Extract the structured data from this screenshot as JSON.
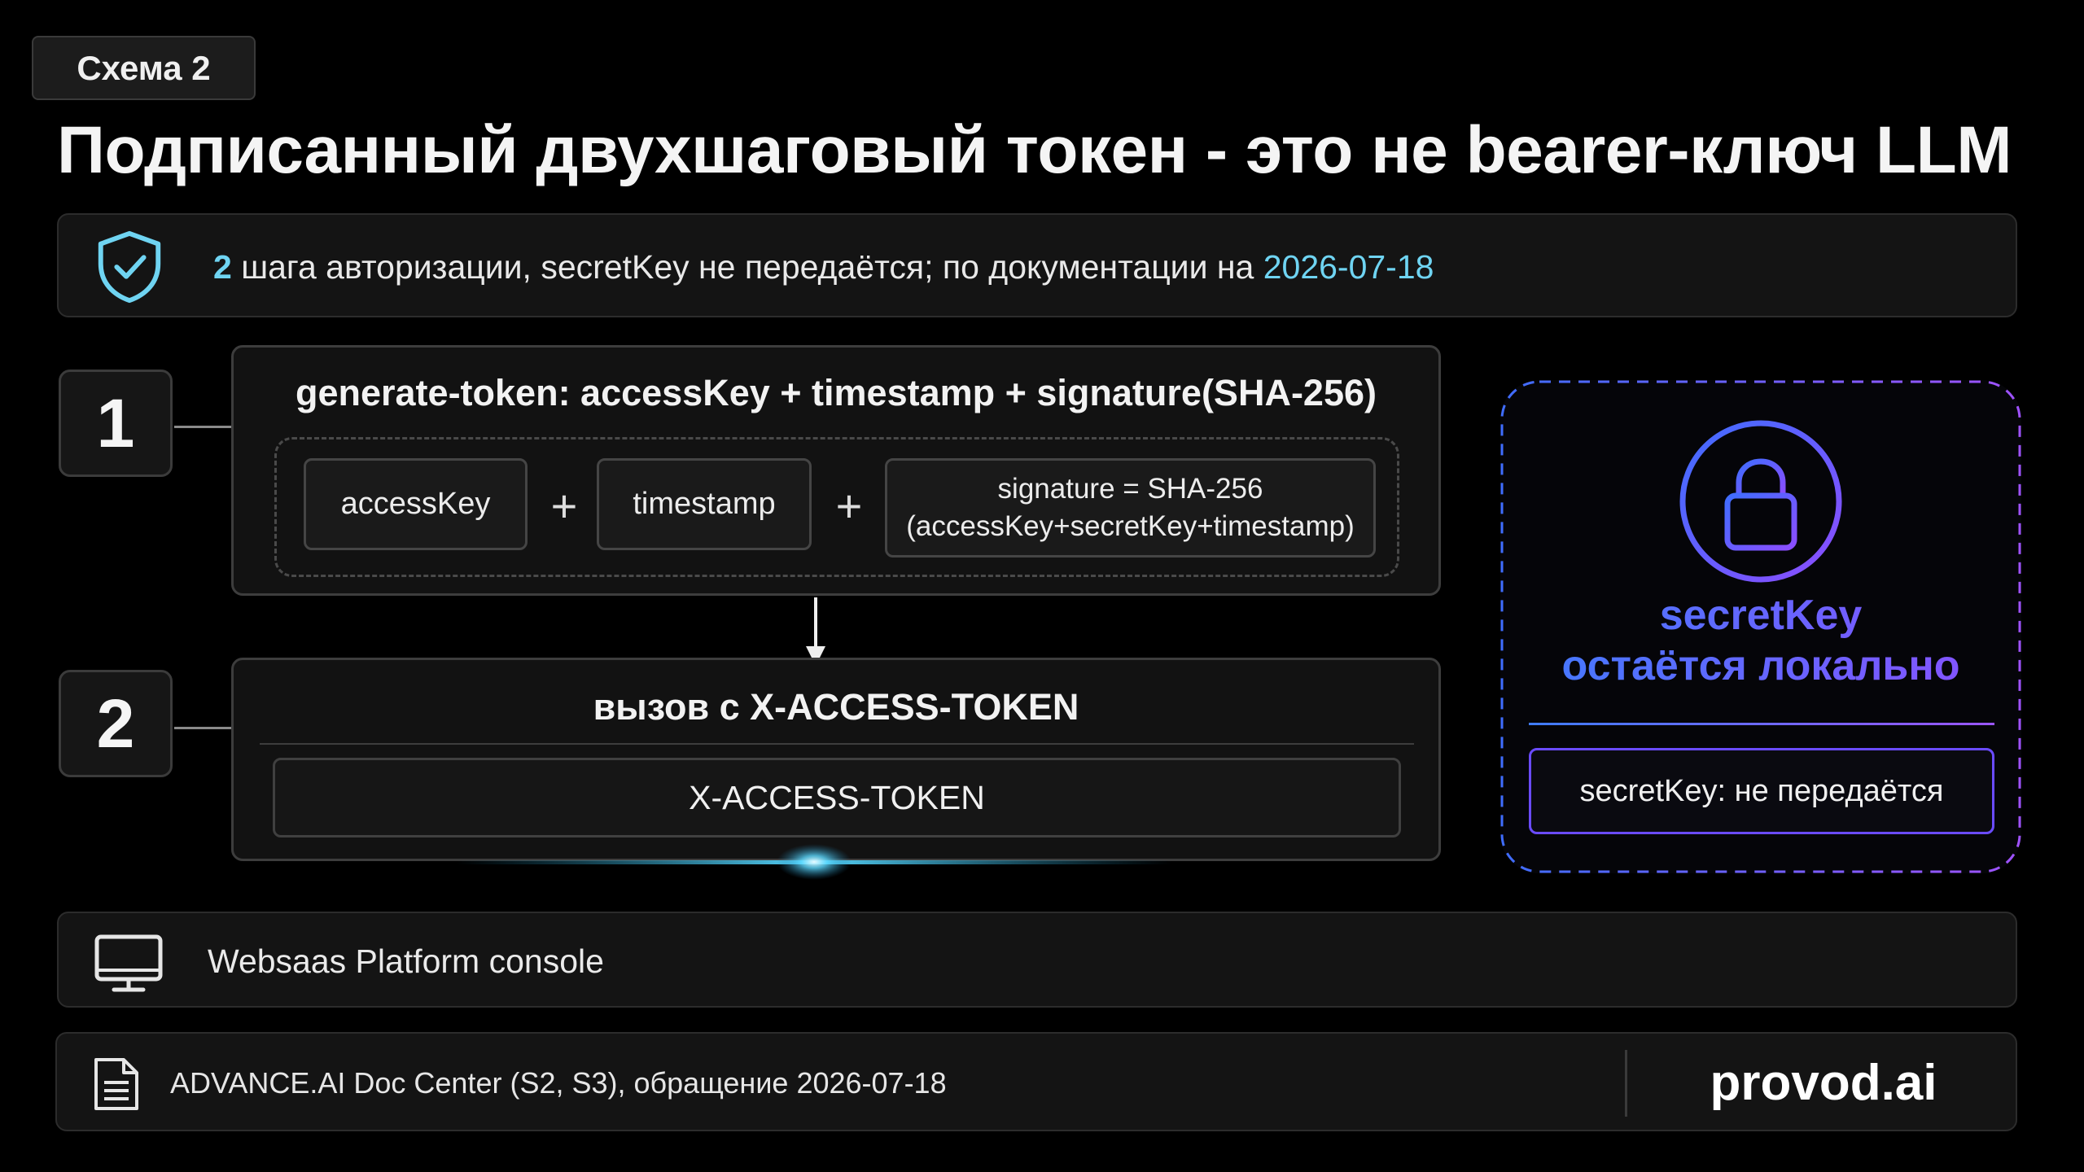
{
  "badge": "Схема 2",
  "title": "Подписанный двухшаговый токен - это не bearer-ключ LLM",
  "summary": {
    "icon": "shield-check-icon",
    "count": "2",
    "text_mid": " шага авторизации, secretKey не передаётся; по документации на ",
    "date": "2026-07-18"
  },
  "step1": {
    "number": "1",
    "title": "generate-token: accessKey + timestamp + signature(SHA-256)",
    "parts": [
      "accessKey",
      "timestamp"
    ],
    "plus": "+",
    "signature_line1": "signature = SHA-256",
    "signature_line2": "(accessKey+secretKey+timestamp)"
  },
  "step2": {
    "number": "2",
    "title": "вызов с X-ACCESS-TOKEN",
    "token": "X-ACCESS-TOKEN"
  },
  "local": {
    "icon": "lock-icon",
    "title_line1": "secretKey",
    "title_line2": "остаётся локально",
    "note": "secretKey: не передаётся"
  },
  "console": {
    "icon": "monitor-icon",
    "label": "Websaas Platform console"
  },
  "footer": {
    "icon": "document-icon",
    "source": "ADVANCE.AI Doc Center (S2, S3), обращение 2026-07-18",
    "brand": "provod.ai"
  },
  "colors": {
    "accent_cyan": "#6fd4f2",
    "gradient_blue": "#3f7cff",
    "gradient_purple": "#9a55ff"
  }
}
